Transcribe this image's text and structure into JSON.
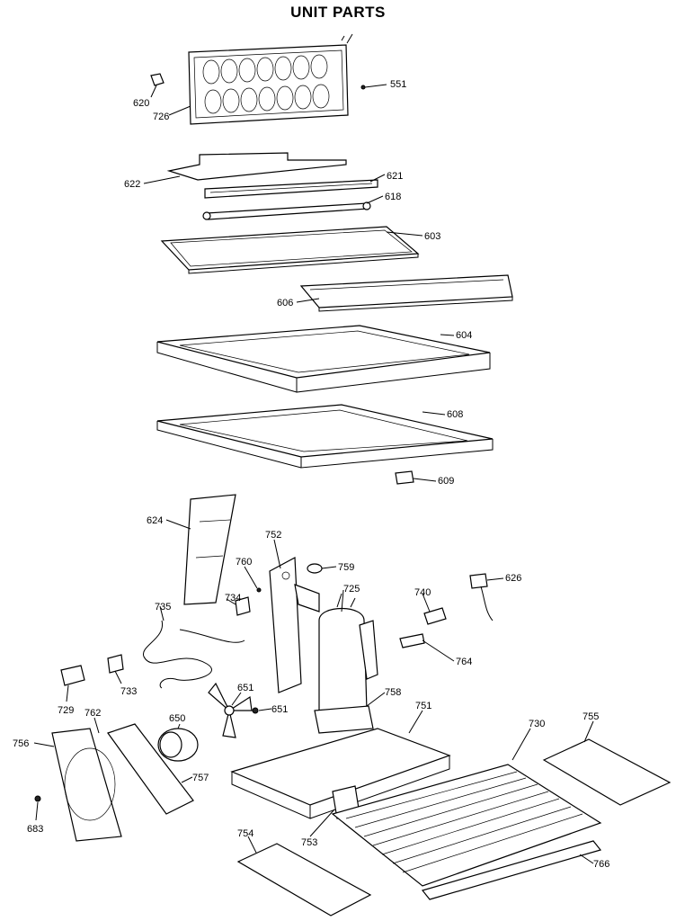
{
  "title": "UNIT PARTS",
  "labels": {
    "p620": "620",
    "p726": "726",
    "p551": "551",
    "p622": "622",
    "p621": "621",
    "p618": "618",
    "p603": "603",
    "p606": "606",
    "p604": "604",
    "p608": "608",
    "p609": "609",
    "p624": "624",
    "p752": "752",
    "p759": "759",
    "p760": "760",
    "p725": "725",
    "p740": "740",
    "p626": "626",
    "p735": "735",
    "p734": "734",
    "p764": "764",
    "p729": "729",
    "p733": "733",
    "p651a": "651",
    "p651b": "651",
    "p758": "758",
    "p650": "650",
    "p751": "751",
    "p730": "730",
    "p755": "755",
    "p756": "756",
    "p762": "762",
    "p757": "757",
    "p683": "683",
    "p753": "753",
    "p754": "754",
    "p766": "766"
  }
}
